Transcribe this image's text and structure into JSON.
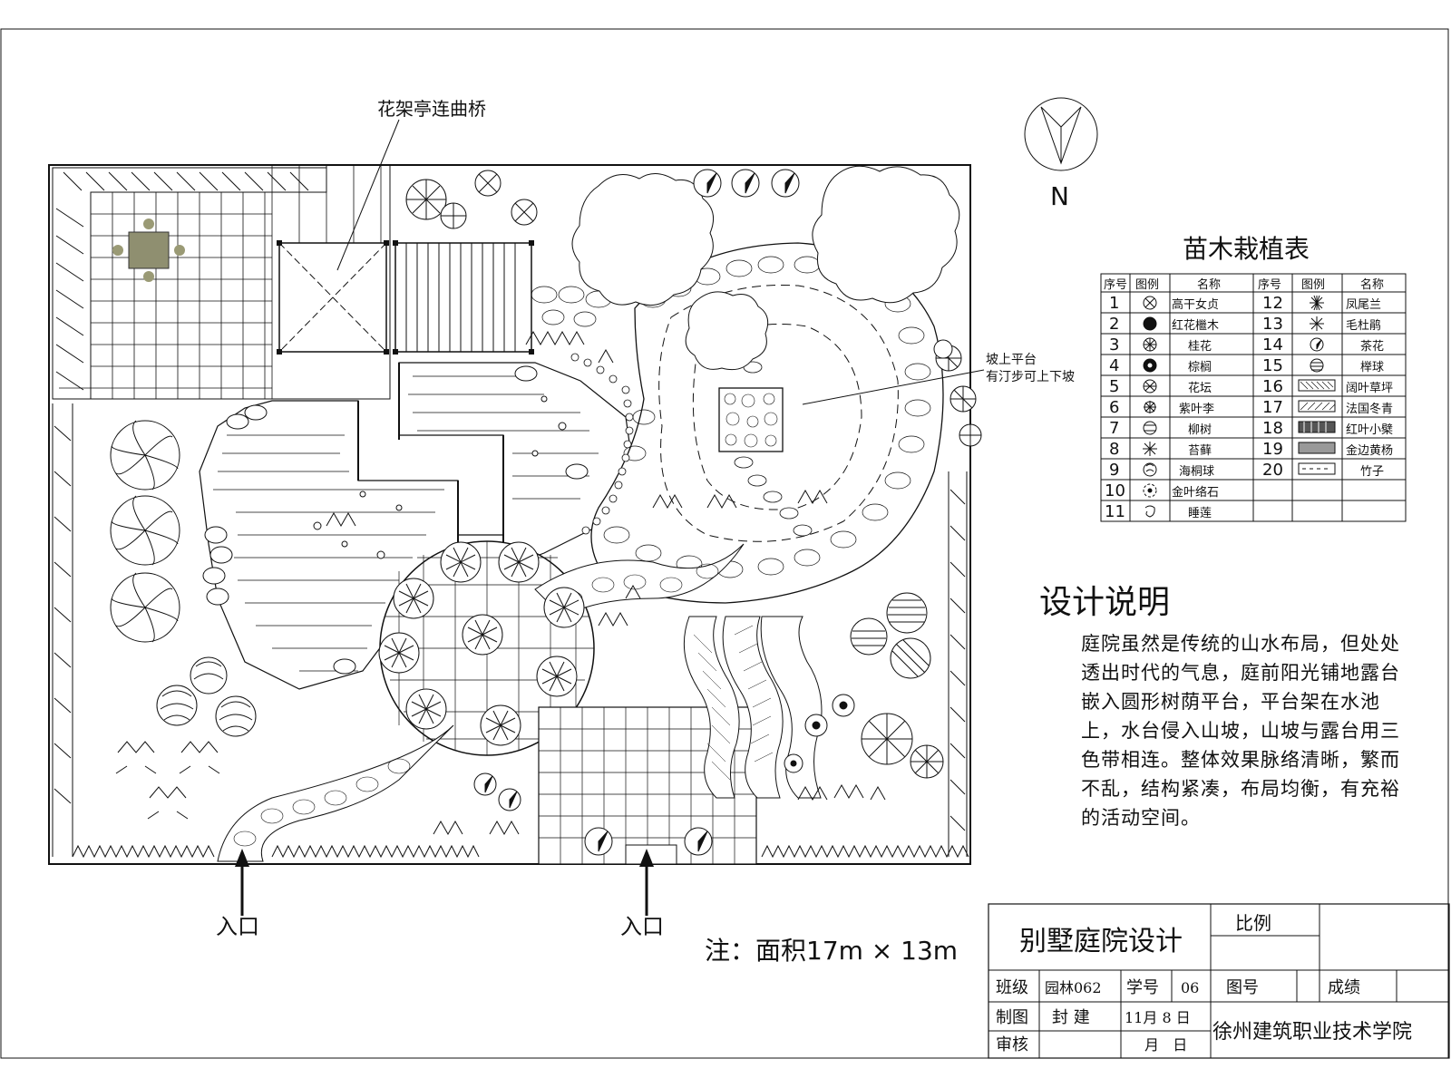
{
  "plan": {
    "pergola_bridge_label": "花架亭连曲桥",
    "slope_platform_label_1": "坡上平台",
    "slope_platform_label_2": "有汀步可上下坡",
    "north_label": "N",
    "entrance_label": "入口",
    "note": "注：面积17m × 13m"
  },
  "plant_table": {
    "title": "苗木栽植表",
    "headers": [
      "序号",
      "图例",
      "名称",
      "序号",
      "图例",
      "名称"
    ],
    "rows": [
      {
        "n1": "1",
        "name1": "高干女贞",
        "n2": "12",
        "name2": "凤尾兰"
      },
      {
        "n1": "2",
        "name1": "红花檵木",
        "n2": "13",
        "name2": "毛杜鹃"
      },
      {
        "n1": "3",
        "name1": "桂花",
        "n2": "14",
        "name2": "茶花"
      },
      {
        "n1": "4",
        "name1": "棕榈",
        "n2": "15",
        "name2": "榉球"
      },
      {
        "n1": "5",
        "name1": "花坛",
        "n2": "16",
        "name2": "阔叶草坪"
      },
      {
        "n1": "6",
        "name1": "紫叶李",
        "n2": "17",
        "name2": "法国冬青"
      },
      {
        "n1": "7",
        "name1": "柳树",
        "n2": "18",
        "name2": "红叶小檗"
      },
      {
        "n1": "8",
        "name1": "苔藓",
        "n2": "19",
        "name2": "金边黄杨"
      },
      {
        "n1": "9",
        "name1": "海桐球",
        "n2": "20",
        "name2": "竹子"
      },
      {
        "n1": "10",
        "name1": "金叶络石",
        "n2": "",
        "name2": ""
      },
      {
        "n1": "11",
        "name1": "睡莲",
        "n2": "",
        "name2": ""
      }
    ]
  },
  "design_notes": {
    "title": "设计说明",
    "body": "庭院虽然是传统的山水布局，但处处透出时代的气息，庭前阳光铺地露台嵌入圆形树荫平台，平台架在水池上，水台侵入山坡，山坡与露台用三色带相连。整体效果脉络清晰，繁而不乱，结构紧凑，布局均衡，有充裕的活动空间。"
  },
  "title_block": {
    "project": "别墅庭院设计",
    "scale_label": "比例",
    "class_label": "班级",
    "class_value": "园林062",
    "student_no_label": "学号",
    "student_no_value": "06",
    "drawing_no_label": "图号",
    "grade_label": "成绩",
    "drawn_label": "制图",
    "drawn_value": "封 建",
    "drawn_date": "11月 8 日",
    "review_label": "审核",
    "review_date": "月   日",
    "school": "徐州建筑职业技术学院"
  }
}
